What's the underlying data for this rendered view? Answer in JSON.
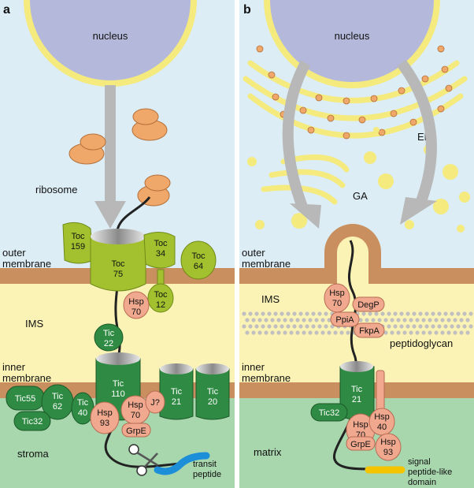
{
  "panels": [
    {
      "letter": "a"
    },
    {
      "letter": "b"
    }
  ],
  "panel_a": {
    "nucleus": "nucleus",
    "ribosome": "ribosome",
    "outer_membrane": [
      "outer",
      "membrane"
    ],
    "ims": "IMS",
    "inner_membrane": [
      "inner",
      "membrane"
    ],
    "stroma": "stroma",
    "transit_peptide": [
      "transit",
      "peptide"
    ],
    "toc159": [
      "Toc",
      "159"
    ],
    "toc34": [
      "Toc",
      "34"
    ],
    "toc75": [
      "Toc",
      "75"
    ],
    "toc64": [
      "Toc",
      "64"
    ],
    "toc12": [
      "Toc",
      "12"
    ],
    "hsp70_ims": [
      "Hsp",
      "70"
    ],
    "tic22": [
      "Tic",
      "22"
    ],
    "tic110": [
      "Tic",
      "110"
    ],
    "tic21": [
      "Tic",
      "21"
    ],
    "tic20": [
      "Tic",
      "20"
    ],
    "tic55": "Tic55",
    "tic62": [
      "Tic",
      "62"
    ],
    "tic32": "Tic32",
    "tic40": [
      "Tic",
      "40"
    ],
    "hsp93": [
      "Hsp",
      "93"
    ],
    "hsp70_stroma": [
      "Hsp",
      "70"
    ],
    "j": "J?",
    "grpe": "GrpE"
  },
  "panel_b": {
    "nucleus": "nucleus",
    "er": "ER",
    "ga": "GA",
    "outer_membrane": [
      "outer",
      "membrane"
    ],
    "ims": "IMS",
    "peptidoglycan": "peptidoglycan",
    "inner_membrane": [
      "inner",
      "membrane"
    ],
    "matrix": "matrix",
    "signal_domain": [
      "signal",
      "peptide-like",
      "domain"
    ],
    "hsp70_ims": [
      "Hsp",
      "70"
    ],
    "degp": "DegP",
    "ppia": "PpiA",
    "fkpa": "FkpA",
    "tic21": [
      "Tic",
      "21"
    ],
    "tic32": "Tic32",
    "hsp70_matrix": [
      "Hsp",
      "70"
    ],
    "hsp40": [
      "Hsp",
      "40"
    ],
    "hsp93": [
      "Hsp",
      "93"
    ],
    "grpe": "GrpE"
  },
  "colors": {
    "cytosol": "#dcedf5",
    "membrane": "#c98f5f",
    "ims": "#fbf3b6",
    "stroma": "#a8d6ad",
    "nucleus": "#b4b9dc",
    "nuclear_envelope": "#f4ea7d",
    "ribosome": "#f0a86a",
    "toc": "#a3c12f",
    "tic": "#2f8b43",
    "chaperone": "#f0a98f",
    "arrow": "#b8b8b8",
    "transit_peptide": "#1d8fd8",
    "signal_domain": "#f5c400"
  }
}
